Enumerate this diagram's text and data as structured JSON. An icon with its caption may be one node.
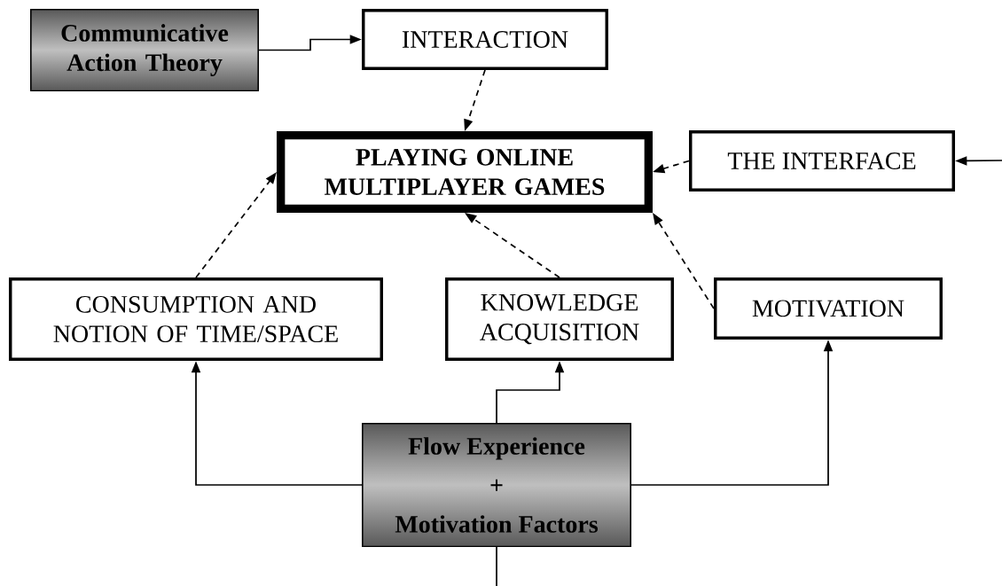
{
  "diagram": {
    "nodes": [
      {
        "text": [
          "Communicative Action Theory"
        ]
      },
      {
        "text": [
          "INTERACTION"
        ]
      },
      {
        "text": [
          "PLAYING ONLINE MULTIPLAYER GAMES"
        ]
      },
      {
        "text": [
          "THE INTERFACE"
        ]
      },
      {
        "text": [
          "CONSUMPTION AND NOTION OF TIME/SPACE"
        ]
      },
      {
        "text": [
          "KNOWLEDGE ACQUISITION"
        ]
      },
      {
        "text": [
          "MOTIVATION"
        ]
      },
      {
        "text": [
          "Flow Experience",
          "+",
          "Motivation Factors"
        ]
      }
    ],
    "edges": [
      {
        "from": 0,
        "to": 1,
        "arrow": "to"
      },
      {
        "from": 1,
        "to": 2,
        "arrow": "to",
        "style": "dashed"
      },
      {
        "from": 3,
        "to": 2,
        "arrow": "to",
        "style": "dashed"
      },
      {
        "from": null,
        "to": 3,
        "arrow": "to"
      },
      {
        "from": 4,
        "to": 2,
        "arrow": "to",
        "style": "dashed"
      },
      {
        "from": 5,
        "to": 2,
        "arrow": "to",
        "style": "dashed"
      },
      {
        "from": 6,
        "to": 2,
        "arrow": "to",
        "style": "dashed"
      },
      {
        "from": 7,
        "to": 4,
        "arrow": "to"
      },
      {
        "from": 7,
        "to": 5,
        "arrow": "to"
      },
      {
        "from": 7,
        "to": 6,
        "arrow": "to"
      },
      {
        "from": 7,
        "to": null,
        "arrow": "none"
      }
    ]
  }
}
